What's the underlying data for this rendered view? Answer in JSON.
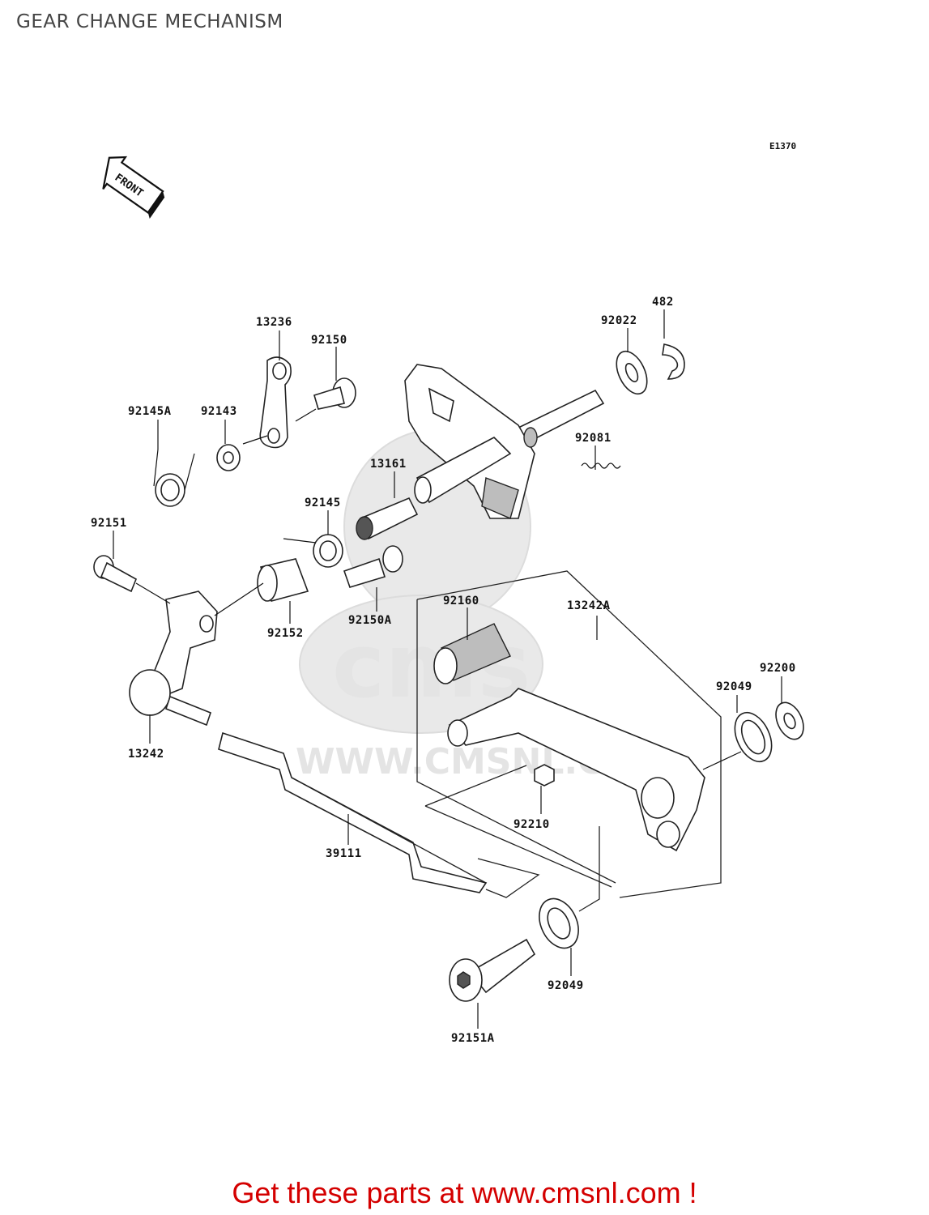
{
  "page": {
    "title": "GEAR CHANGE MECHANISM",
    "diagram_code": "E1370",
    "front_label": "FRONT",
    "watermark": "WWW.CMSNL.COM",
    "watermark_logo": "cms",
    "promo_text": "Get these parts at www.cmsnl.com !",
    "promo_color": "#d40000"
  },
  "parts": {
    "p13236": "13236",
    "p92150": "92150",
    "p92022": "92022",
    "p482": "482",
    "p92145A": "92145A",
    "p92143": "92143",
    "p92081": "92081",
    "p13161": "13161",
    "p92151": "92151",
    "p92145": "92145",
    "p92160": "92160",
    "p13242A": "13242A",
    "p92152": "92152",
    "p92150A": "92150A",
    "p92200": "92200",
    "p92049a": "92049",
    "p13242": "13242",
    "p92210": "92210",
    "p39111": "39111",
    "p92049b": "92049",
    "p92151A": "92151A"
  }
}
